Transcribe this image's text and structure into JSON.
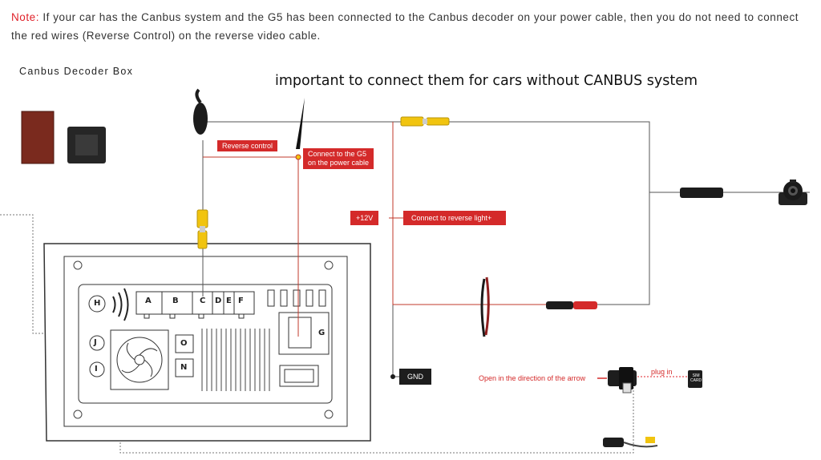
{
  "note": {
    "prefix": "Note:",
    "text": " If your car has the Canbus system and the G5 has been connected to the Canbus decoder on your power cable, then you do not need to connect the red wires (Reverse Control) on the reverse video cable."
  },
  "heading": "Canbus Decoder Box",
  "important_text": "important to connect them for cars without CANBUS system",
  "labels": {
    "reverse_control": "Reverse control",
    "connect_g5_line1": "Connect to the G5",
    "connect_g5_line2": "on the power cable",
    "plus12v": "+12V",
    "reverse_light": "Connect to reverse light+",
    "gnd": "GND",
    "open_arrow": "Open in the direction of the arrow",
    "plug_in": "plug in",
    "sim_line1": "SIM",
    "sim_line2": "CARD"
  },
  "ports": {
    "h": "H",
    "j": "J",
    "i": "I",
    "o": "O",
    "n": "N",
    "a": "A",
    "b": "B",
    "c": "C",
    "d": "D",
    "e": "E",
    "f": "F",
    "g": "G"
  },
  "colors": {
    "note_accent": "#e0222a",
    "label_red": "#d42a2a",
    "wire_red": "#c0392b",
    "wire_gray": "#555555",
    "rca_yellow": "#f1c40f"
  }
}
